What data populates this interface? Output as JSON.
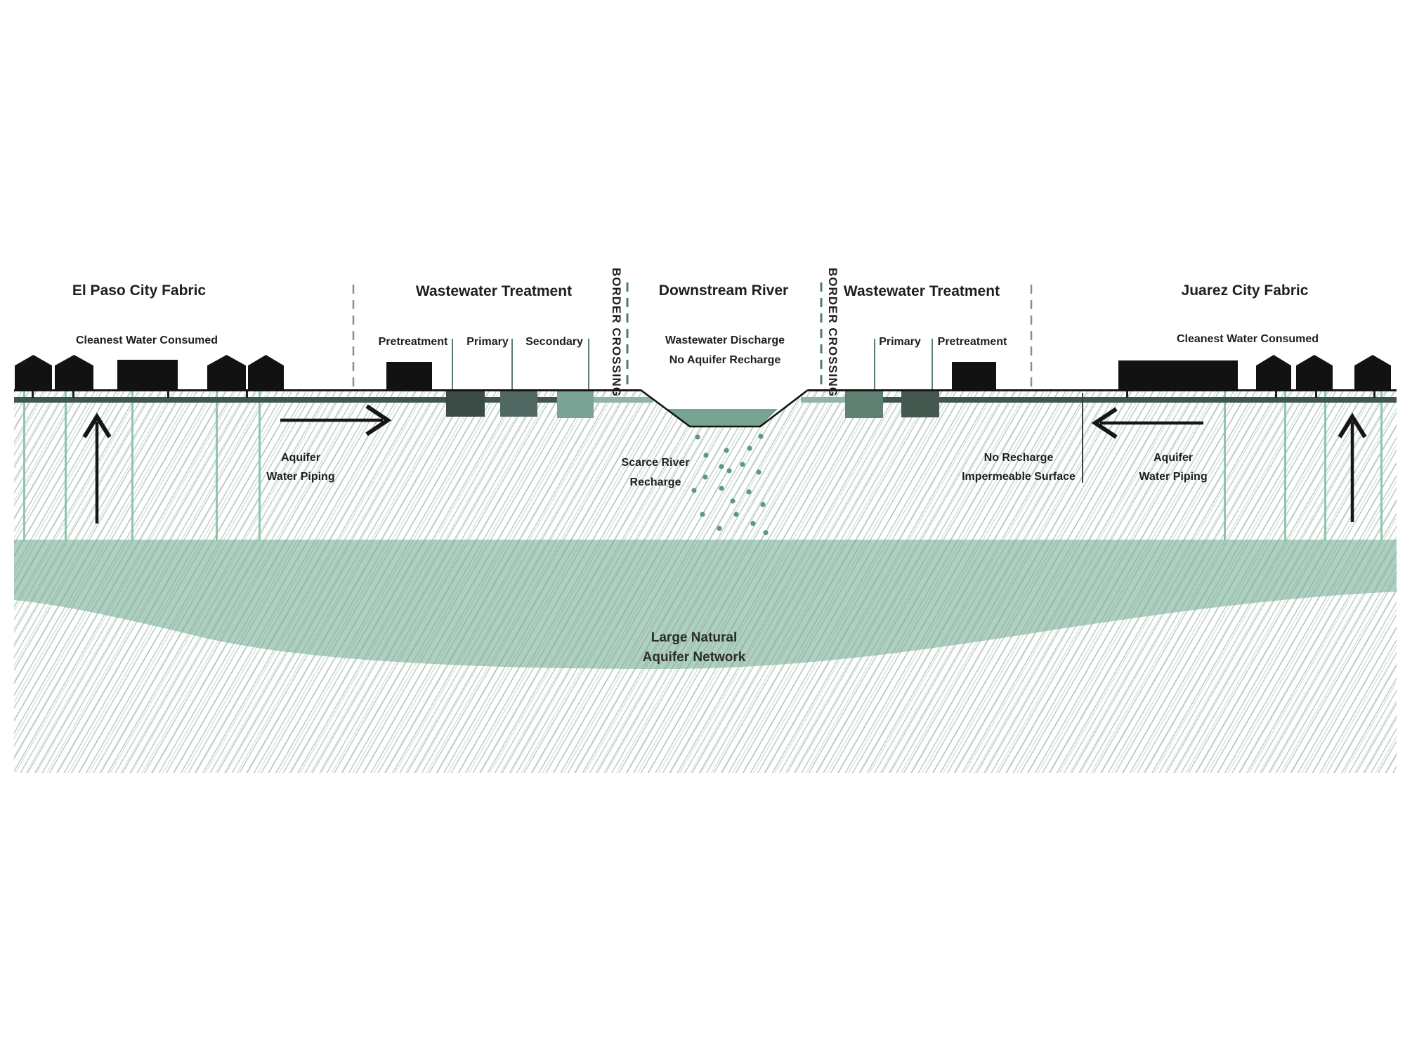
{
  "titles": {
    "el_paso": "El Paso City Fabric",
    "wastewater_left": "Wastewater Treatment",
    "downstream_river": "Downstream River",
    "wastewater_right": "Wastewater Treatment",
    "juarez": "Juarez City Fabric"
  },
  "labels": {
    "cleanest_left": "Cleanest Water Consumed",
    "cleanest_right": "Cleanest Water Consumed",
    "discharge_1": "Wastewater Discharge",
    "discharge_2": "No Aquifer Recharge",
    "border_left": "BORDER CROSSING",
    "border_right": "BORDER CROSSING",
    "stages_left": [
      "Pretreatment",
      "Primary",
      "Secondary"
    ],
    "stages_right": [
      "Primary",
      "Pretreatment"
    ],
    "aquifer_piping_1": "Aquifer",
    "aquifer_piping_2": "Water Piping",
    "scarce_1": "Scarce River",
    "scarce_2": "Recharge",
    "no_recharge_1": "No Recharge",
    "no_recharge_2": "Impermeable Surface",
    "aquifer_network_1": "Large Natural",
    "aquifer_network_2": "Aquifer Network"
  },
  "colors": {
    "ink": "#1e1e1e",
    "building_black": "#121212",
    "pipe_bar_dark": "#3e564e",
    "pipe_bar_treated": "#8fb3a4",
    "box_pretreatment": "#3a4b45",
    "box_primary": "#506861",
    "box_secondary": "#7ba395",
    "river_water": "#76a490",
    "aquifer_band": "#aed0c0",
    "well_pipe": "#8cc7ab",
    "border_dash": "#4e7a71",
    "separator_dash": "#7e968e",
    "recharge_dot": "#5f9584"
  }
}
